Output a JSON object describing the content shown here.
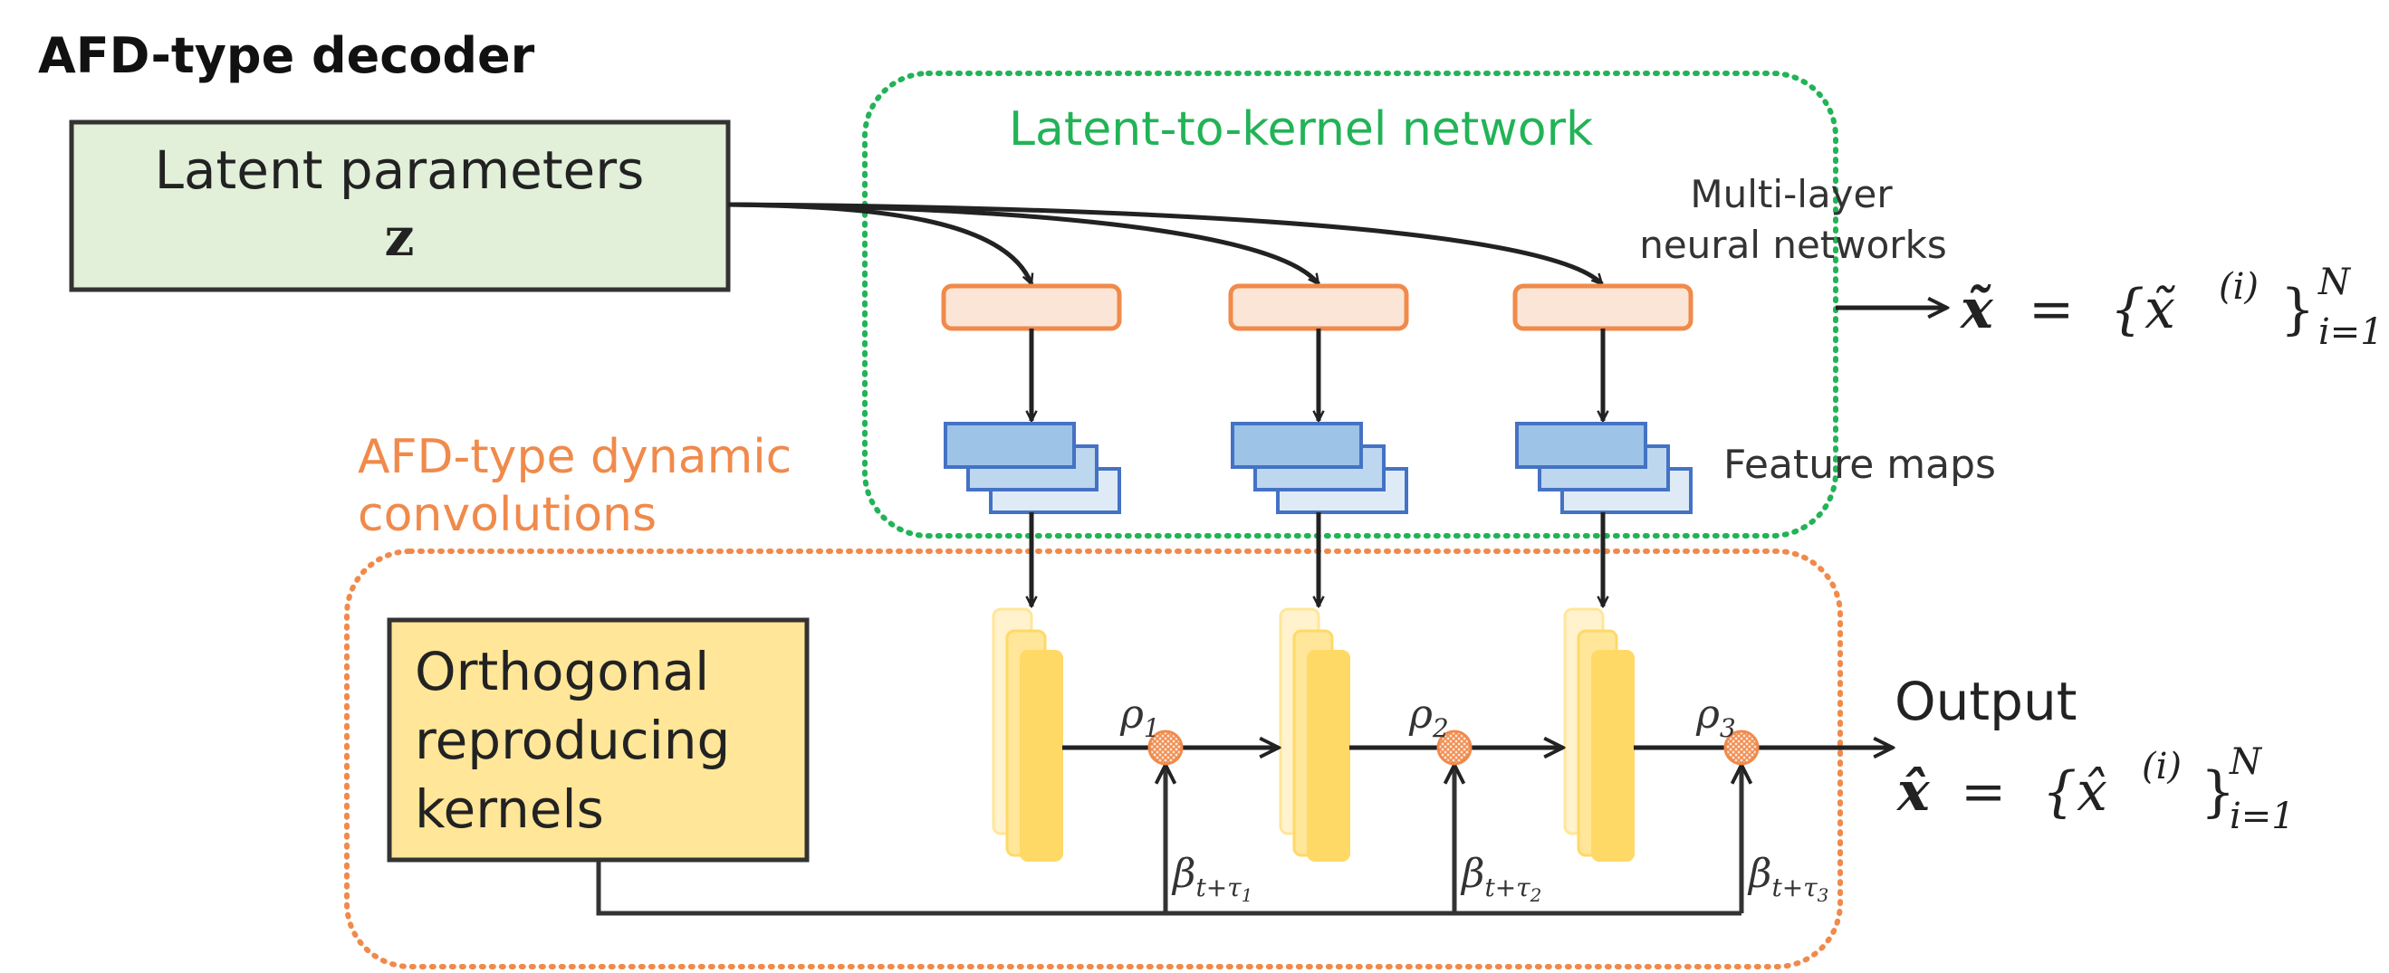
{
  "title": "AFD-type decoder",
  "latent_box": {
    "line1": "Latent parameters",
    "line2": "z"
  },
  "latent_to_kernel": {
    "label": "Latent-to-kernel network",
    "color": "#22b357"
  },
  "mlp_note": {
    "line1": "Multi-layer",
    "line2": "neural networks"
  },
  "feature_maps_label": "Feature maps",
  "dynamic_conv": {
    "line1": "AFD-type dynamic",
    "line2": "convolutions",
    "color": "#f08a4b"
  },
  "kernels_box": {
    "line1": "Orthogonal",
    "line2": "reproducing",
    "line3": "kernels"
  },
  "tilde_output": {
    "lhs": "x̃",
    "eq": "=",
    "set": "{x̃",
    "sup": "(i)",
    "close": "}",
    "upper": "N",
    "lower": "i=1"
  },
  "output": {
    "label": "Output",
    "lhs": "x̂",
    "eq": "=",
    "set": "{x̂",
    "sup": "(i)",
    "close": "}",
    "upper": "N",
    "lower": "i=1"
  },
  "stages": [
    {
      "rho": "ρ",
      "rho_sub": "1",
      "beta": "β",
      "beta_sub": "t+τ",
      "beta_subsub": "1"
    },
    {
      "rho": "ρ",
      "rho_sub": "2",
      "beta": "β",
      "beta_sub": "t+τ",
      "beta_subsub": "2"
    },
    {
      "rho": "ρ",
      "rho_sub": "3",
      "beta": "β",
      "beta_sub": "t+τ",
      "beta_subsub": "3"
    }
  ],
  "colors": {
    "latent_fill": "#e2efd9",
    "nn_fill": "#fbe5d6",
    "nn_stroke": "#f08a4b",
    "fmap_stroke": "#4472c4",
    "fmap_fill_1": "#9dc3e6",
    "fmap_fill_2": "#bdd7ee",
    "fmap_fill_3": "#deebf7",
    "kernel_fill": "#ffe699",
    "yellow_dark": "#ffd966",
    "yellow_mid": "#ffe699",
    "yellow_light": "#fff2cc"
  }
}
